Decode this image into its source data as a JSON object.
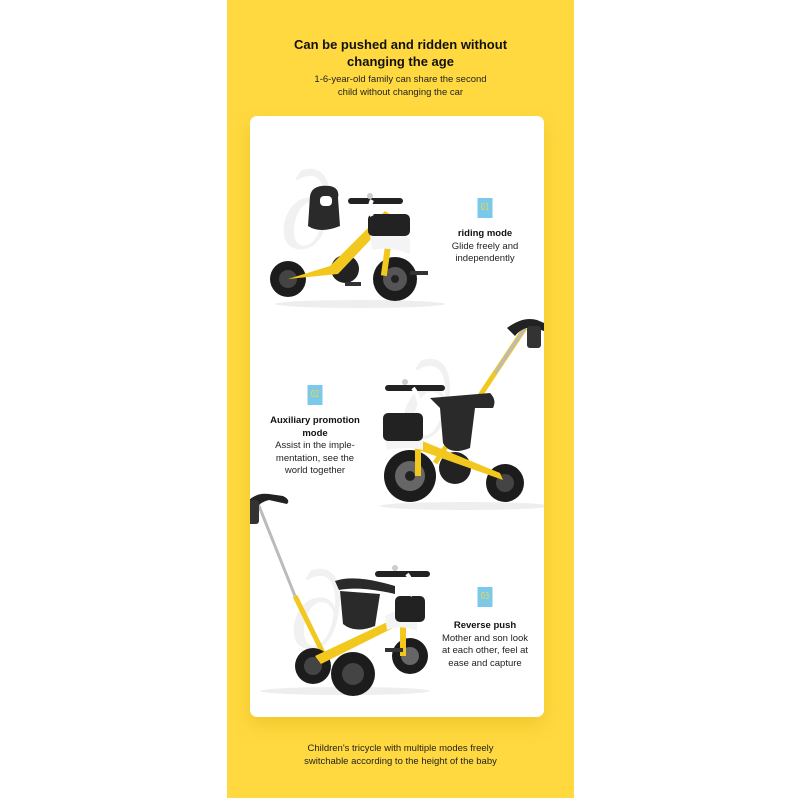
{
  "header": {
    "title": "Can be pushed and ridden without changing the age",
    "title_line1": "Can be pushed and ridden without",
    "title_line2": "changing the age",
    "subtitle_line1": "1-6-year-old family can share the second",
    "subtitle_line2": "child without changing the car"
  },
  "modes": [
    {
      "number": "01",
      "title": "riding mode",
      "desc_lines": [
        "Glide freely and",
        "independently"
      ]
    },
    {
      "number": "02",
      "title_lines": [
        "Auxiliary promotion",
        "mode"
      ],
      "desc_lines": [
        "Assist in the imple-",
        "mentation, see the",
        "world together"
      ]
    },
    {
      "number": "03",
      "title": "Reverse push",
      "desc_lines": [
        "Mother and son look",
        "at each other, feel at",
        "ease and capture"
      ]
    }
  ],
  "footer": {
    "line1": "Children's tricycle with multiple modes freely",
    "line2": "switchable according to the height of the baby"
  },
  "colors": {
    "background_yellow": "#ffd93f",
    "badge_blue": "#7ac8ea",
    "badge_text_yellow": "#f5d83b",
    "frame_yellow": "#f2c81e",
    "card": "#ffffff"
  },
  "images": [
    {
      "name": "tricycle-riding-mode"
    },
    {
      "name": "tricycle-push-handle-mode"
    },
    {
      "name": "tricycle-reverse-push-mode"
    }
  ]
}
